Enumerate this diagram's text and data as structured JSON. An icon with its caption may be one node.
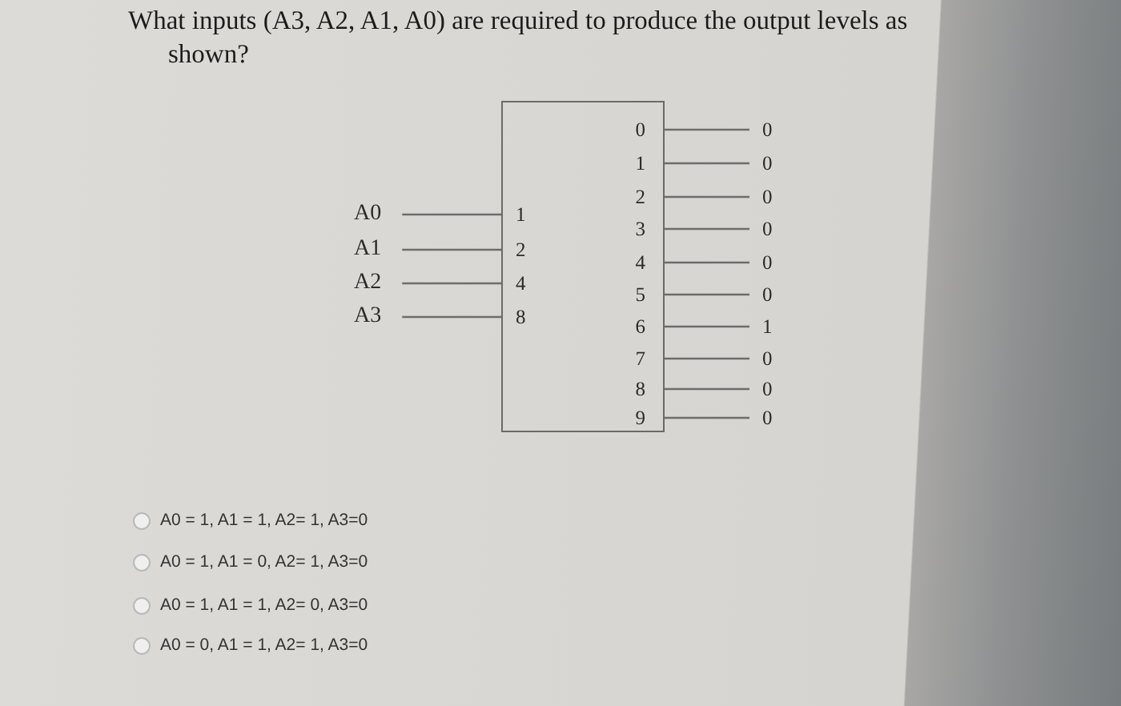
{
  "diagram": {
    "title": "What inputs (A3, A2, A1, A0) are required to produce the output levels as shown?",
    "nodes": [
      {
        "text": [
          "A0"
        ]
      },
      {
        "text": [
          "A1"
        ]
      },
      {
        "text": [
          "A2"
        ]
      },
      {
        "text": [
          "A3"
        ]
      },
      {
        "text": [],
        "shape": "box"
      },
      {
        "text": [
          "1"
        ],
        "in": 4
      },
      {
        "text": [
          "2"
        ],
        "in": 4
      },
      {
        "text": [
          "4"
        ],
        "in": 4
      },
      {
        "text": [
          "8"
        ],
        "in": 4
      },
      {
        "text": [
          "0"
        ],
        "in": 4
      },
      {
        "text": [
          "1"
        ],
        "in": 4
      },
      {
        "text": [
          "2"
        ],
        "in": 4
      },
      {
        "text": [
          "3"
        ],
        "in": 4
      },
      {
        "text": [
          "4"
        ],
        "in": 4
      },
      {
        "text": [
          "5"
        ],
        "in": 4
      },
      {
        "text": [
          "6"
        ],
        "in": 4
      },
      {
        "text": [
          "7"
        ],
        "in": 4
      },
      {
        "text": [
          "8"
        ],
        "in": 4
      },
      {
        "text": [
          "9"
        ],
        "in": 4
      },
      {
        "text": [
          "0"
        ]
      },
      {
        "text": [
          "0"
        ]
      },
      {
        "text": [
          "0"
        ]
      },
      {
        "text": [
          "0"
        ]
      },
      {
        "text": [
          "0"
        ]
      },
      {
        "text": [
          "0"
        ]
      },
      {
        "text": [
          "1"
        ]
      },
      {
        "text": [
          "0"
        ]
      },
      {
        "text": [
          "0"
        ]
      },
      {
        "text": [
          "0"
        ]
      }
    ],
    "edges": [
      {
        "from": 0,
        "to": 5,
        "arrow": "none"
      },
      {
        "from": 1,
        "to": 6,
        "arrow": "none"
      },
      {
        "from": 2,
        "to": 7,
        "arrow": "none"
      },
      {
        "from": 3,
        "to": 8,
        "arrow": "none"
      },
      {
        "from": 9,
        "to": 19,
        "arrow": "none"
      },
      {
        "from": 10,
        "to": 20,
        "arrow": "none"
      },
      {
        "from": 11,
        "to": 21,
        "arrow": "none"
      },
      {
        "from": 12,
        "to": 22,
        "arrow": "none"
      },
      {
        "from": 13,
        "to": 23,
        "arrow": "none"
      },
      {
        "from": 14,
        "to": 24,
        "arrow": "none"
      },
      {
        "from": 15,
        "to": 25,
        "arrow": "none"
      },
      {
        "from": 16,
        "to": 26,
        "arrow": "none"
      },
      {
        "from": 17,
        "to": 27,
        "arrow": "none"
      },
      {
        "from": 18,
        "to": 28,
        "arrow": "none"
      }
    ],
    "labels": [
      "A0 = 1, A1 = 1, A2= 1, A3=0",
      "A0 = 1, A1 = 0, A2= 1, A3=0",
      "A0 = 1, A1 = 1, A2= 0, A3=0",
      "A0 = 0, A1 = 1, A2= 1, A3=0"
    ]
  }
}
